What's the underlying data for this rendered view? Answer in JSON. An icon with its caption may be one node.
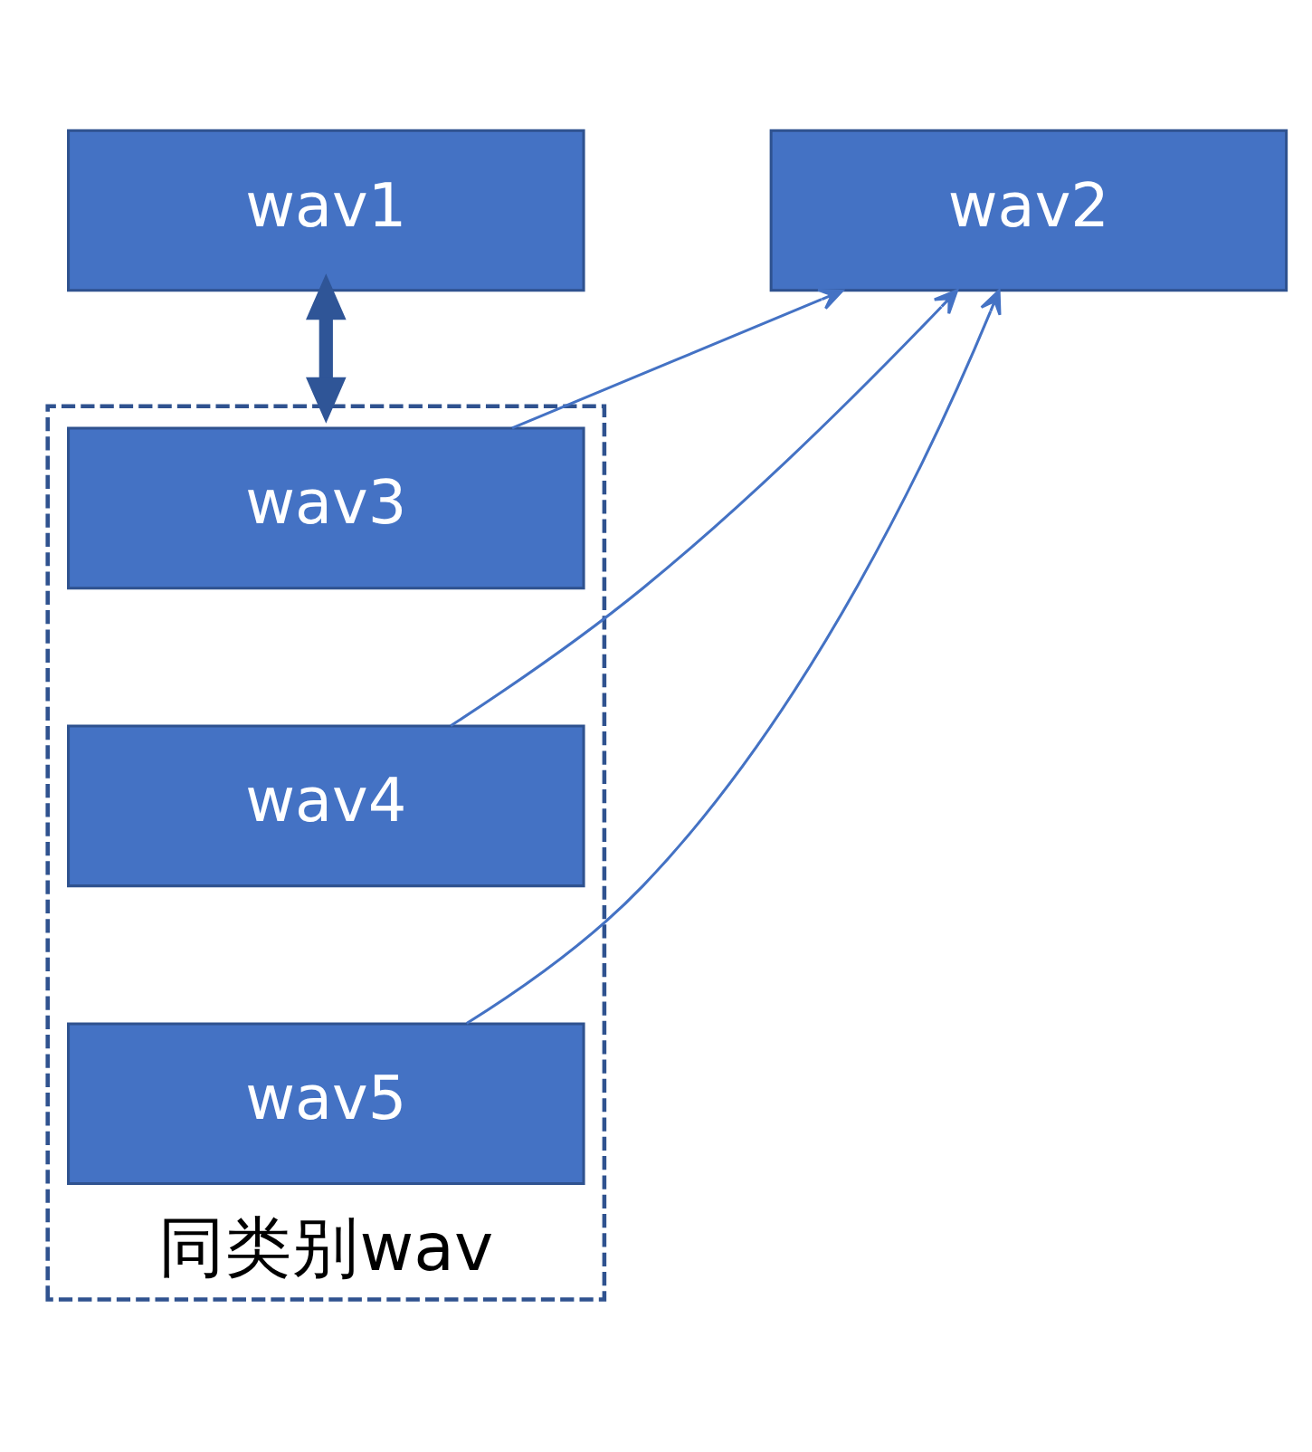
{
  "diagram": {
    "nodes": [
      {
        "text": [
          "wav1"
        ]
      },
      {
        "text": [
          "wav2"
        ]
      },
      {
        "text": [
          "同类别wav"
        ]
      },
      {
        "text": [
          "wav3"
        ],
        "in": 2
      },
      {
        "text": [
          "wav4"
        ],
        "in": 2
      },
      {
        "text": [
          "wav5"
        ],
        "in": 2
      }
    ],
    "edges": [
      {
        "from": 0,
        "to": 2,
        "arrow": "both",
        "style": "thick",
        "color": "#2f5597"
      },
      {
        "from": 3,
        "to": 1,
        "arrow": "to"
      },
      {
        "from": 4,
        "to": 1,
        "arrow": "to"
      },
      {
        "from": 5,
        "to": 1,
        "arrow": "to"
      }
    ]
  }
}
